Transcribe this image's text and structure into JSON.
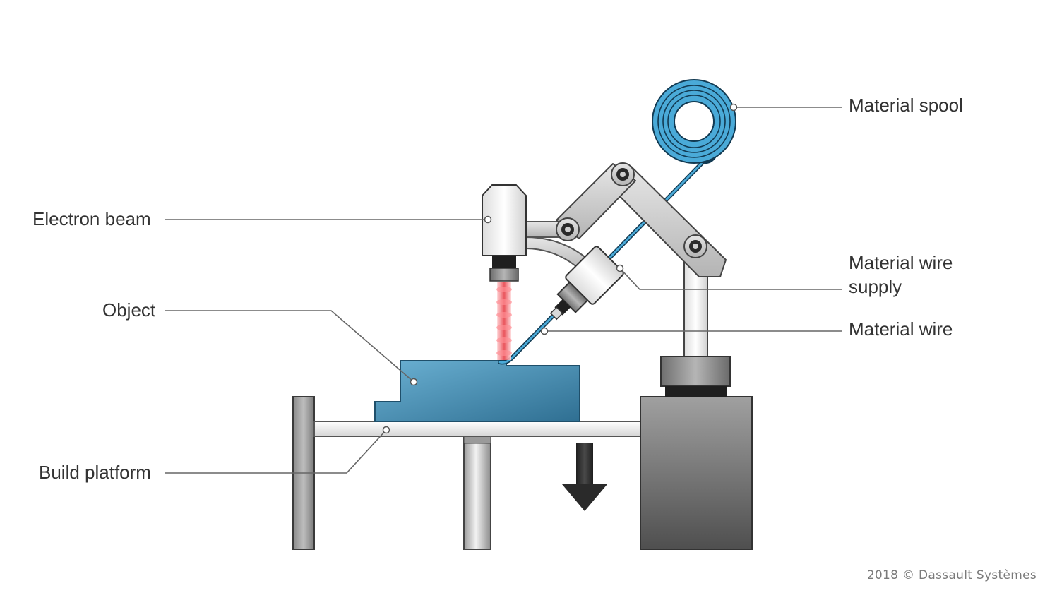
{
  "labels": {
    "electron_beam": "Electron beam",
    "object": "Object",
    "build_platform": "Build platform",
    "material_spool": "Material spool",
    "material_wire_supply_line1": "Material wire",
    "material_wire_supply_line2": "supply",
    "material_wire": "Material wire"
  },
  "copyright": "2018 © Dassault Systèmes",
  "colors": {
    "object_blue": "#3f87ad",
    "spool_blue": "#4aaad8",
    "beam_red": "#e8434b",
    "metal_gray": "#b8b8b8",
    "dark_gray": "#555555",
    "leader_line": "#666666"
  }
}
